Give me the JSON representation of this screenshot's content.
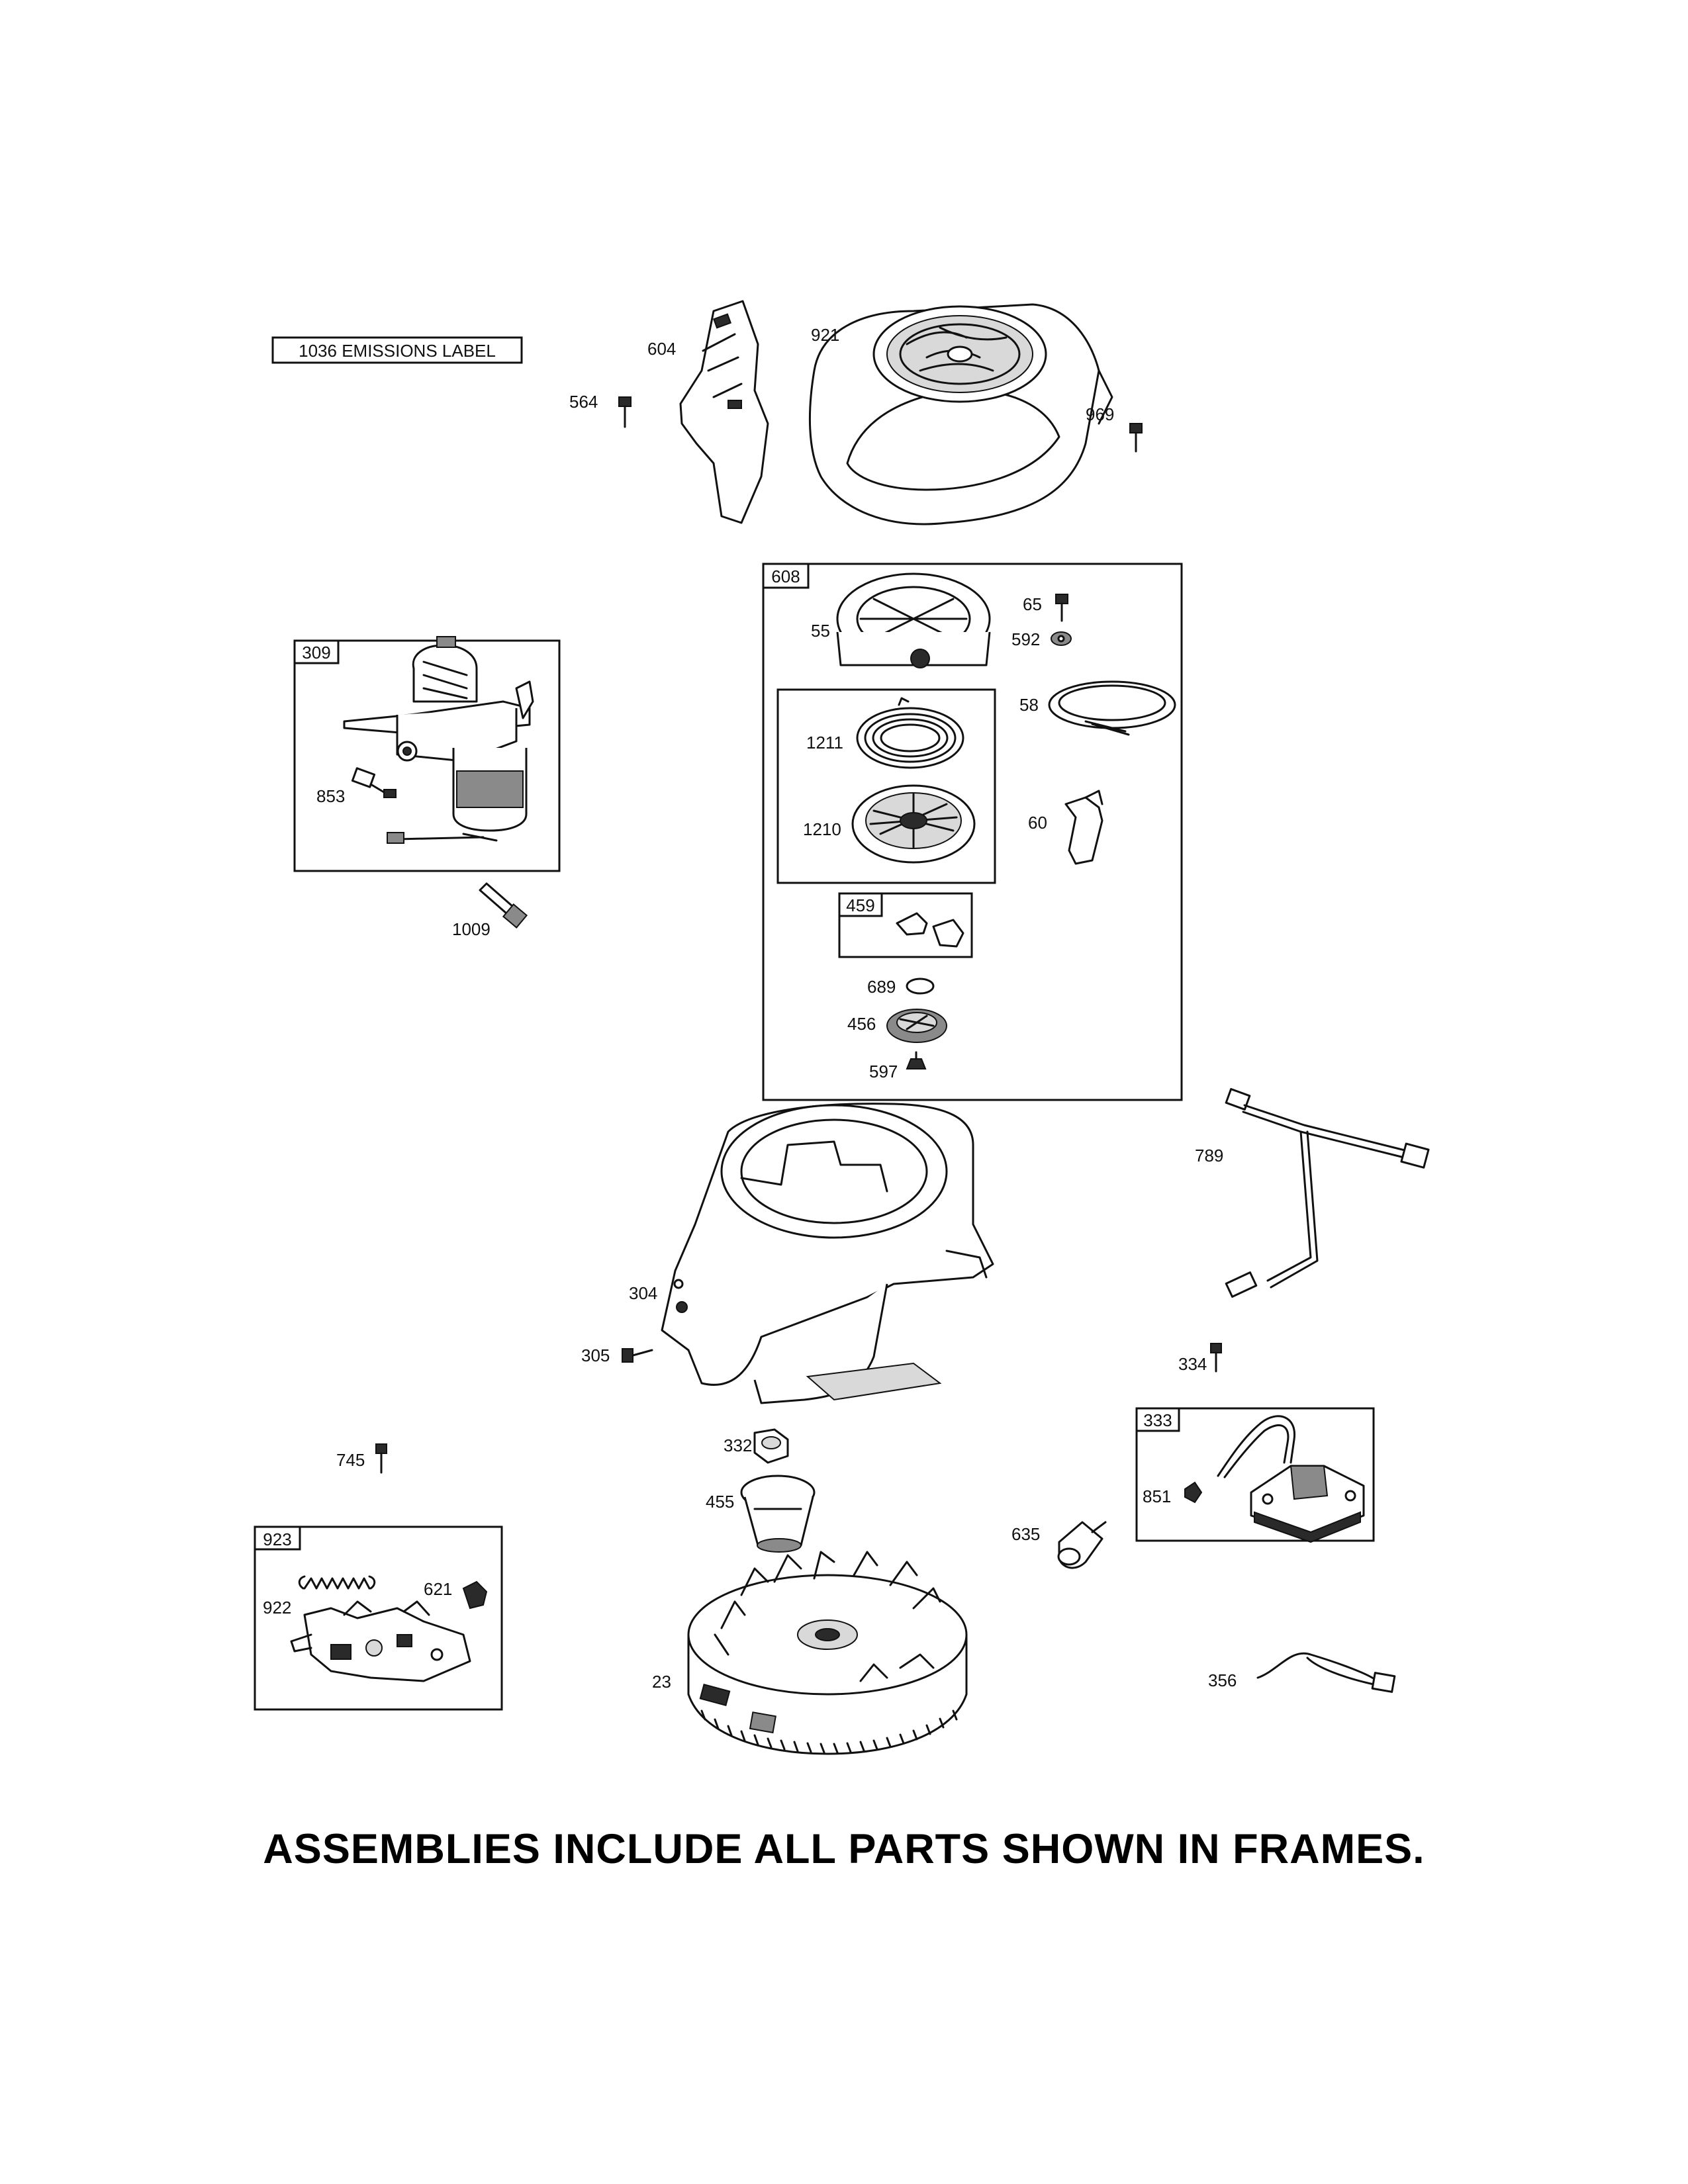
{
  "emissions_label": "1036 EMISSIONS LABEL",
  "frames": [
    {
      "id": "309",
      "label": "309"
    },
    {
      "id": "608",
      "label": "608"
    },
    {
      "id": "459",
      "label": "459"
    },
    {
      "id": "333",
      "label": "333"
    },
    {
      "id": "923",
      "label": "923"
    }
  ],
  "part_labels": {
    "p604": "604",
    "p921": "921",
    "p564": "564",
    "p969": "969",
    "p65": "65",
    "p55": "55",
    "p592": "592",
    "p58": "58",
    "p1211": "1211",
    "p1210": "1210",
    "p60": "60",
    "p689": "689",
    "p456": "456",
    "p597": "597",
    "p853": "853",
    "p1009": "1009",
    "p789": "789",
    "p304": "304",
    "p305": "305",
    "p334": "334",
    "p332": "332",
    "p455": "455",
    "p745": "745",
    "p851": "851",
    "p635": "635",
    "p922": "922",
    "p621": "621",
    "p23": "23",
    "p356": "356"
  },
  "footer_text": "ASSEMBLIES INCLUDE ALL PARTS SHOWN IN FRAMES."
}
